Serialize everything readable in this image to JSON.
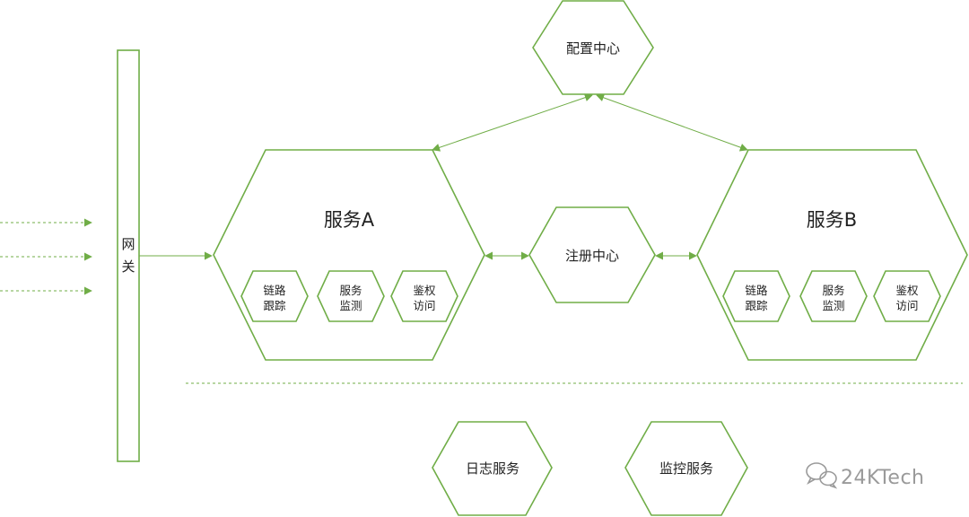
{
  "nodes": {
    "config_center": "配置中心",
    "service_a": "服务A",
    "service_b": "服务B",
    "registry_center": "注册中心",
    "gateway": [
      "网",
      "关"
    ],
    "log_service": "日志服务",
    "monitor_service": "监控服务",
    "service_a_modules": [
      [
        "链路",
        "跟踪"
      ],
      [
        "服务",
        "监测"
      ],
      [
        "鉴权",
        "访问"
      ]
    ],
    "service_b_modules": [
      [
        "链路",
        "跟踪"
      ],
      [
        "服务",
        "监测"
      ],
      [
        "鉴权",
        "访问"
      ]
    ]
  },
  "watermark": {
    "text": "24KTech",
    "icon": "wechat-icon"
  },
  "colors": {
    "accent": "#70ad47",
    "text": "#222222",
    "watermark": "#9a9a9a",
    "background": "#ffffff"
  }
}
